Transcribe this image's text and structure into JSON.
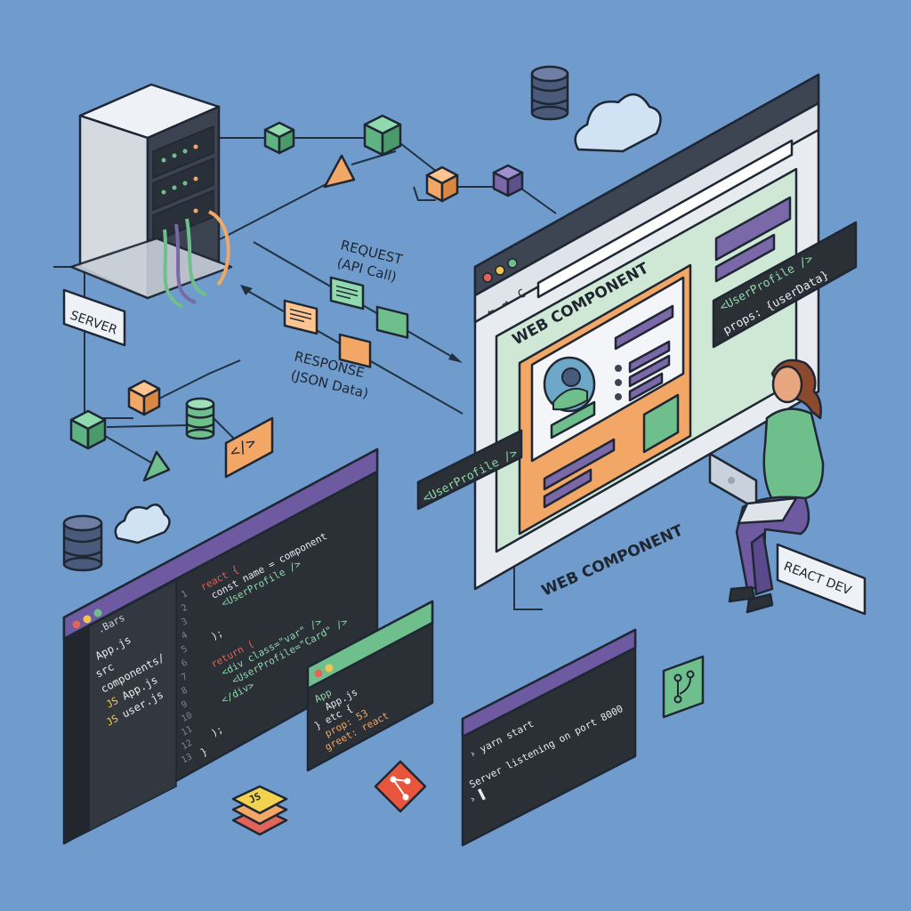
{
  "labels": {
    "server": "SERVER",
    "request_line1": "REQUEST",
    "request_line2": "(API Call)",
    "response_line1": "RESPONSE",
    "response_line2": "(JSON Data)",
    "web_component_top": "WEB COMPONENT",
    "web_component_bottom": "WEB COMPONENT",
    "react_dev": "REACT DEV",
    "user_profile_tag": "<UserProfile />",
    "code_tag": "</>"
  },
  "props_tooltip": {
    "line1": "<UserProfile />",
    "line2": "props: {userData}"
  },
  "browser": {
    "nav_back": "←",
    "nav_forward": "→",
    "nav_reload": "C"
  },
  "editor": {
    "tab_label": ".Bars",
    "files": [
      {
        "prefix": "",
        "name": "App.js",
        "accent": false
      },
      {
        "prefix": "",
        "name": "src",
        "accent": false
      },
      {
        "prefix": "",
        "name": "components/",
        "accent": false
      },
      {
        "prefix": "JS",
        "name": "App.js",
        "accent": true
      },
      {
        "prefix": "JS",
        "name": "user.js",
        "accent": true
      }
    ],
    "line_numbers": [
      "1",
      "2",
      "3",
      "4",
      "5",
      "6",
      "7",
      "8",
      "9",
      "10",
      "11",
      "12",
      "13"
    ],
    "code_lines": [
      "react {",
      "  const name = component",
      "    <UserProfile />",
      "",
      "  );",
      "",
      "  return (",
      "    <div class=\"var\" />",
      "      <UserProfile=\"Card\" />",
      "    </div>",
      "",
      "  );",
      "}"
    ]
  },
  "small_panel": {
    "lines": [
      "App",
      "  App.js",
      "} etc {",
      "  prop: 53",
      "  greet: react"
    ]
  },
  "terminal": {
    "lines": [
      "› yarn start",
      "",
      "Server listening on port 8000",
      "› ▌"
    ]
  },
  "colors": {
    "background": "#6f9bcd",
    "green": "#6fbf8c",
    "orange": "#f2a766",
    "purple": "#7a68a8",
    "dark_panel": "#2b2f36",
    "editor_header": "#6d5aa0",
    "browser_frame": "#e8ecf0",
    "browser_title": "#3d4452"
  },
  "icons": [
    "server-rack-icon",
    "database-icon",
    "cloud-icon",
    "cube-icon",
    "triangle-icon",
    "json-message-icon",
    "code-brackets-icon",
    "js-stack-icon",
    "git-icon",
    "git-branch-icon",
    "user-avatar-icon",
    "developer-person-icon",
    "laptop-icon"
  ]
}
